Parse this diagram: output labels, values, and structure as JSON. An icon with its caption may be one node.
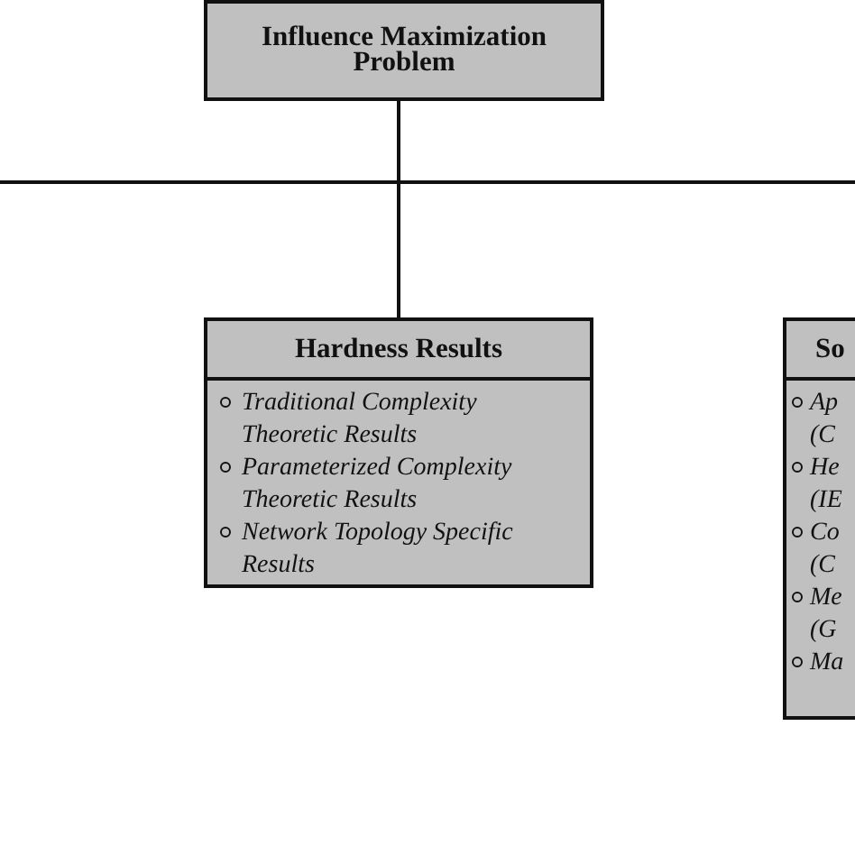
{
  "diagram": {
    "nodes": [
      {
        "text": [
          "Influence Maximization Problem"
        ]
      },
      {
        "text": [
          "Hardness Results",
          "Traditional Complexity Theoretic Results",
          "Parameterized Complexity Theoretic Results",
          "Network Topology Specific Results"
        ]
      },
      {
        "text": [
          "So",
          "Ap (C",
          "He (IE",
          "Co (C",
          "Me (G",
          "Ma"
        ]
      }
    ],
    "edges": [
      {
        "from": 0,
        "to": 1,
        "arrow": "none"
      },
      {
        "from": 0,
        "to": 2,
        "arrow": "none"
      }
    ]
  }
}
